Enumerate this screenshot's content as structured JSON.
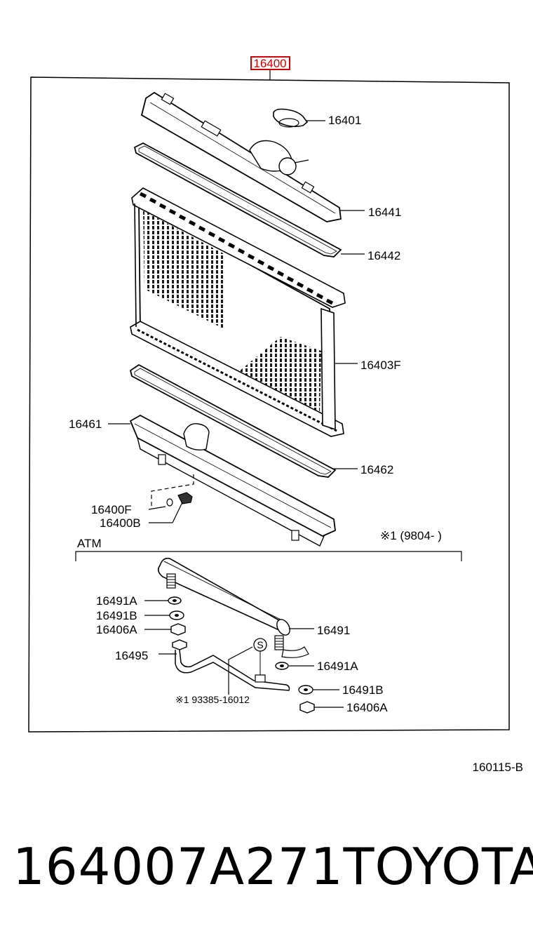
{
  "diagram": {
    "assembly_number": "16400",
    "figure_code": "160115-B",
    "atm_label": "ATM",
    "date_note": "※1 (9804-        )",
    "parts": [
      {
        "id": "cap",
        "label": "16401"
      },
      {
        "id": "upper_tank",
        "label": "16441"
      },
      {
        "id": "upper_gasket",
        "label": "16442"
      },
      {
        "id": "core",
        "label": "16403F"
      },
      {
        "id": "lower_tank",
        "label": "16461"
      },
      {
        "id": "lower_gasket",
        "label": "16462"
      },
      {
        "id": "drain_plug",
        "label": "16400F"
      },
      {
        "id": "drain_cock",
        "label": "16400B"
      },
      {
        "id": "washer_a_left",
        "label": "16491A"
      },
      {
        "id": "washer_b_left",
        "label": "16491B"
      },
      {
        "id": "nut_left",
        "label": "16406A"
      },
      {
        "id": "cooler_pipe",
        "label": "16495"
      },
      {
        "id": "cooler_tube",
        "label": "16491"
      },
      {
        "id": "washer_a_right",
        "label": "16491A"
      },
      {
        "id": "washer_b_right",
        "label": "16491B"
      },
      {
        "id": "nut_right",
        "label": "16406A"
      },
      {
        "id": "clamp",
        "label": "※1 93385-16012"
      }
    ]
  },
  "footer": {
    "part_number": "164007A271",
    "brand": "TOYOTA"
  },
  "colors": {
    "highlight": "#d40000",
    "line": "#000000"
  }
}
